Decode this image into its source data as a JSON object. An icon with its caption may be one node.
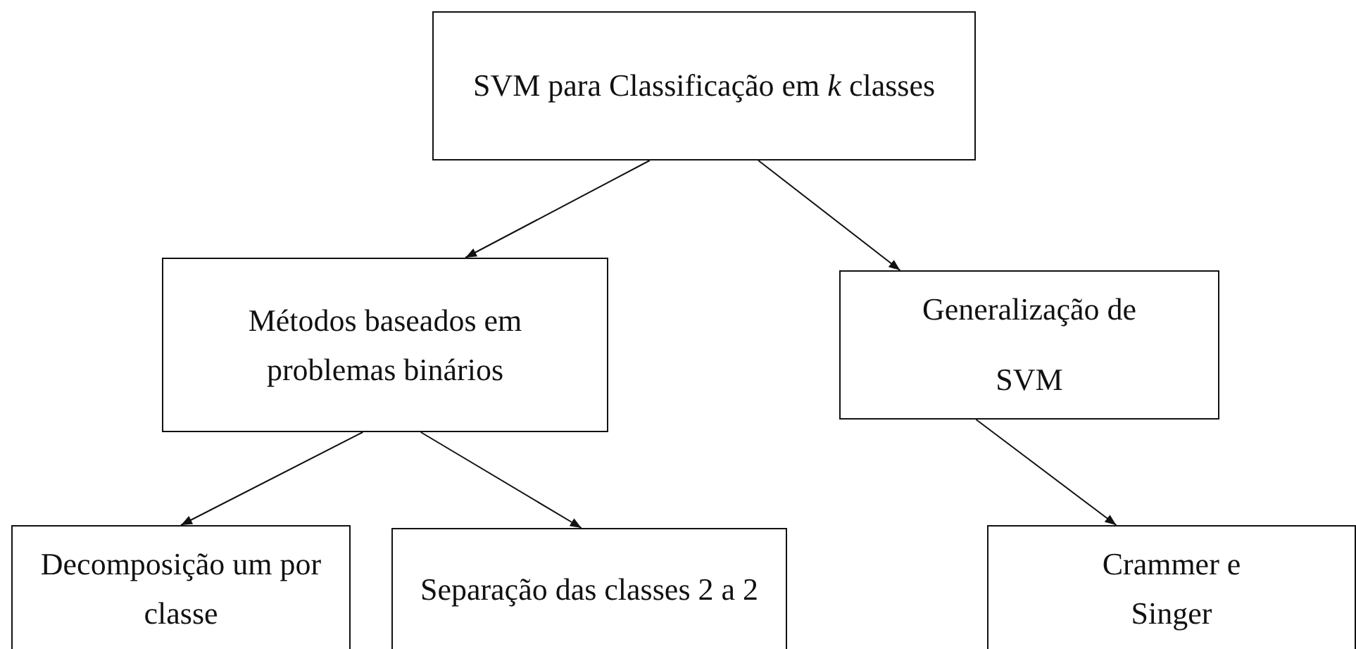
{
  "diagram": {
    "nodes": [
      {
        "text": [
          "SVM para Classificação em *k* classes"
        ]
      },
      {
        "text": [
          "Métodos baseados em problemas binários"
        ]
      },
      {
        "text": [
          "Generalização de SVM"
        ]
      },
      {
        "text": [
          "Decomposição um por classe"
        ]
      },
      {
        "text": [
          "Separação das classes 2 a 2"
        ]
      },
      {
        "text": [
          "Crammer e Singer"
        ]
      }
    ],
    "edges": [
      {
        "from": 0,
        "to": 1,
        "arrow": "to"
      },
      {
        "from": 0,
        "to": 2,
        "arrow": "to"
      },
      {
        "from": 1,
        "to": 3,
        "arrow": "to"
      },
      {
        "from": 1,
        "to": 4,
        "arrow": "to"
      },
      {
        "from": 2,
        "to": 5,
        "arrow": "to"
      }
    ]
  }
}
